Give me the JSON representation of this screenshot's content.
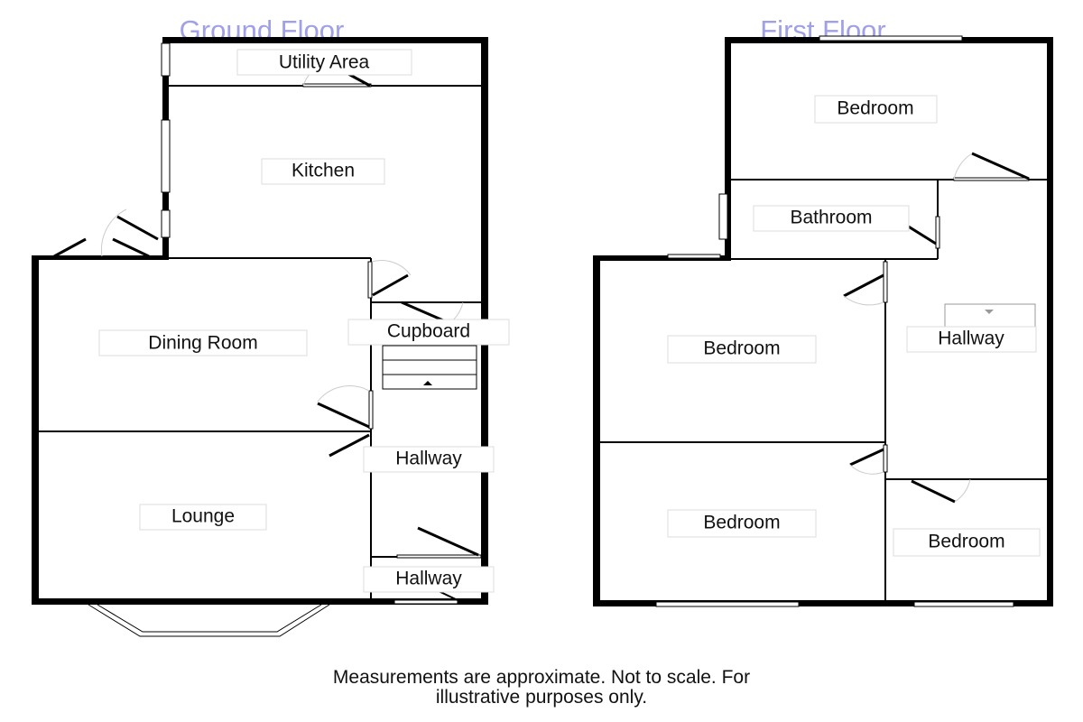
{
  "ground_floor": {
    "title": "Ground Floor",
    "rooms": {
      "utility": "Utility Area",
      "kitchen": "Kitchen",
      "dining": "Dining Room",
      "cupboard": "Cupboard",
      "lounge": "Lounge",
      "hallway": "Hallway",
      "hallway2": "Hallway"
    }
  },
  "first_floor": {
    "title": "First Floor",
    "rooms": {
      "bedroom_top": "Bedroom",
      "bathroom": "Bathroom",
      "hallway": "Hallway",
      "bedroom_mid": "Bedroom",
      "bedroom_bottom": "Bedroom",
      "bedroom_small": "Bedroom"
    }
  },
  "footer": {
    "line1": "Measurements are approximate. Not to scale. For",
    "line2": "illustrative purposes only."
  },
  "colors": {
    "title": "#a0a0e6",
    "wall": "#000000"
  }
}
